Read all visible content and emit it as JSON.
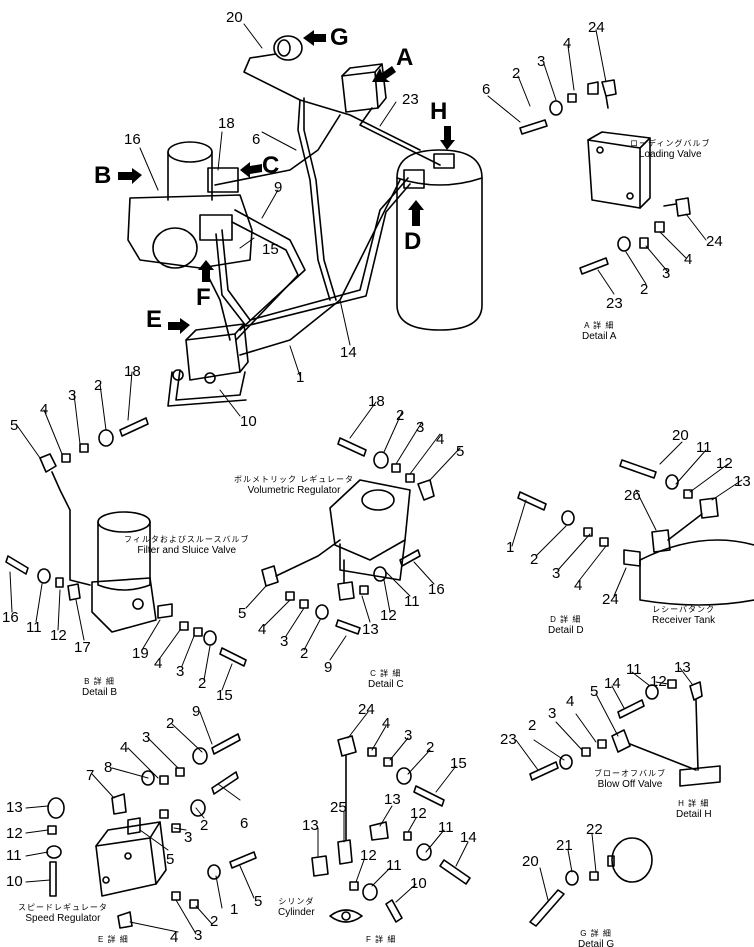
{
  "callouts": {
    "A": "A",
    "B": "B",
    "C": "C",
    "D": "D",
    "E": "E",
    "F": "F",
    "G": "G",
    "H": "H"
  },
  "labels": {
    "loading_valve_jp": "ローディングバルブ",
    "loading_valve_en": "Loading Valve",
    "detail_a_jp": "A 詳 細",
    "detail_a_en": "Detail A",
    "volumetric_jp": "ボルメトリック レギュレータ",
    "volumetric_en": "Volumetric Regulator",
    "filter_jp": "フィルタおよびスルースバルブ",
    "filter_en": "Filter and Sluice Valve",
    "detail_b_jp": "B 詳 細",
    "detail_b_en": "Detail B",
    "detail_c_jp": "C 詳 細",
    "detail_c_en": "Detail C",
    "detail_d_jp": "D 詳 細",
    "detail_d_en": "Detail D",
    "receiver_jp": "レシーバタンク",
    "receiver_en": "Receiver Tank",
    "blow_off_jp": "ブローオフバルブ",
    "blow_off_en": "Blow Off Valve",
    "detail_h_jp": "H 詳 細",
    "detail_h_en": "Detail H",
    "speed_reg_jp": "スピードレギュレータ",
    "speed_reg_en": "Speed Regulator",
    "detail_e_jp": "E 詳 細",
    "cylinder_jp": "シリンダ",
    "cylinder_en": "Cylinder",
    "detail_f_jp": "F 詳 細",
    "detail_g_jp": "G 詳 細",
    "detail_g_en": "Detail G"
  },
  "part_numbers": {
    "main": [
      "20",
      "6",
      "18",
      "16",
      "9",
      "15",
      "1",
      "14",
      "23",
      "10"
    ],
    "detail_a": [
      "24",
      "4",
      "3",
      "2",
      "6",
      "24",
      "4",
      "3",
      "2",
      "23"
    ],
    "detail_b": [
      "5",
      "4",
      "3",
      "2",
      "18",
      "16",
      "11",
      "12",
      "17",
      "19",
      "4",
      "3",
      "2",
      "15"
    ],
    "detail_c": [
      "18",
      "2",
      "3",
      "4",
      "5",
      "5",
      "4",
      "3",
      "2",
      "13",
      "12",
      "11",
      "16",
      "9"
    ],
    "detail_d": [
      "20",
      "11",
      "12",
      "13",
      "1",
      "2",
      "3",
      "4",
      "26",
      "24"
    ],
    "detail_h": [
      "13",
      "12",
      "11",
      "14",
      "5",
      "4",
      "3",
      "2",
      "23"
    ],
    "detail_e": [
      "9",
      "2",
      "3",
      "4",
      "8",
      "7",
      "6",
      "13",
      "12",
      "11",
      "10",
      "5",
      "3",
      "2",
      "1",
      "5",
      "4",
      "3",
      "2",
      "4"
    ],
    "detail_f": [
      "24",
      "4",
      "3",
      "2",
      "15",
      "25",
      "13",
      "12",
      "13",
      "12",
      "11",
      "11",
      "14",
      "10"
    ],
    "detail_g": [
      "22",
      "21",
      "20"
    ]
  }
}
